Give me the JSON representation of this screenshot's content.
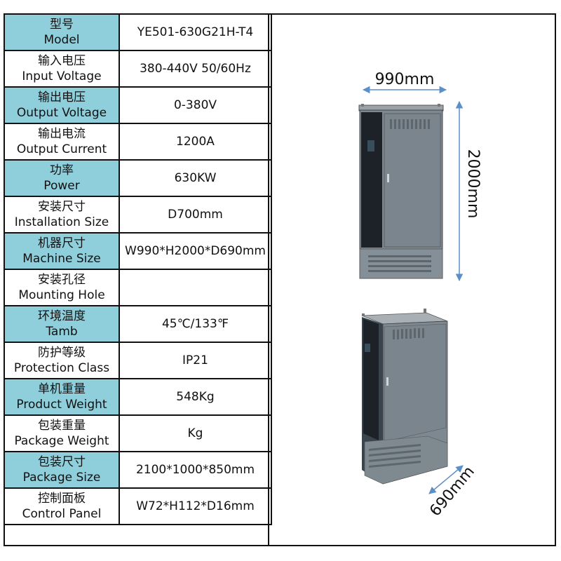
{
  "specs": [
    {
      "zh": "型号",
      "en": "Model",
      "value": "YE501-630G21H-T4",
      "shaded": true
    },
    {
      "zh": "输入电压",
      "en": "Input Voltage",
      "value": "380-440V 50/60Hz",
      "shaded": false
    },
    {
      "zh": "输出电压",
      "en": "Output Voltage",
      "value": "0-380V",
      "shaded": true
    },
    {
      "zh": "输出电流",
      "en": "Output Current",
      "value": "1200A",
      "shaded": false
    },
    {
      "zh": "功率",
      "en": "Power",
      "value": "630KW",
      "shaded": true
    },
    {
      "zh": "安装尺寸",
      "en": "Installation Size",
      "value": "D700mm",
      "shaded": false
    },
    {
      "zh": "机器尺寸",
      "en": "Machine Size",
      "value": "W990*H2000*D690mm",
      "shaded": true
    },
    {
      "zh": "安装孔径",
      "en": "Mounting Hole",
      "value": "",
      "shaded": false
    },
    {
      "zh": "环境温度",
      "en": "Tamb",
      "value": "45℃/133℉",
      "shaded": true
    },
    {
      "zh": "防护等级",
      "en": "Protection Class",
      "value": "IP21",
      "shaded": false
    },
    {
      "zh": "单机重量",
      "en": "Product Weight",
      "value": "548Kg",
      "shaded": true
    },
    {
      "zh": "包装重量",
      "en": "Package Weight",
      "value": "Kg",
      "shaded": false
    },
    {
      "zh": "包装尺寸",
      "en": "Package Size",
      "value": "2100*1000*850mm",
      "shaded": true
    },
    {
      "zh": "控制面板",
      "en": "Control Panel",
      "value": "W72*H112*D16mm",
      "shaded": false
    }
  ],
  "dimensions": {
    "width": "990mm",
    "height": "2000mm",
    "depth": "690mm"
  },
  "colors": {
    "label_shade": "#8fcfdc",
    "cabinet_body": "#7d8891",
    "cabinet_dark": "#1c2228",
    "arrow": "#5b8fc7"
  }
}
